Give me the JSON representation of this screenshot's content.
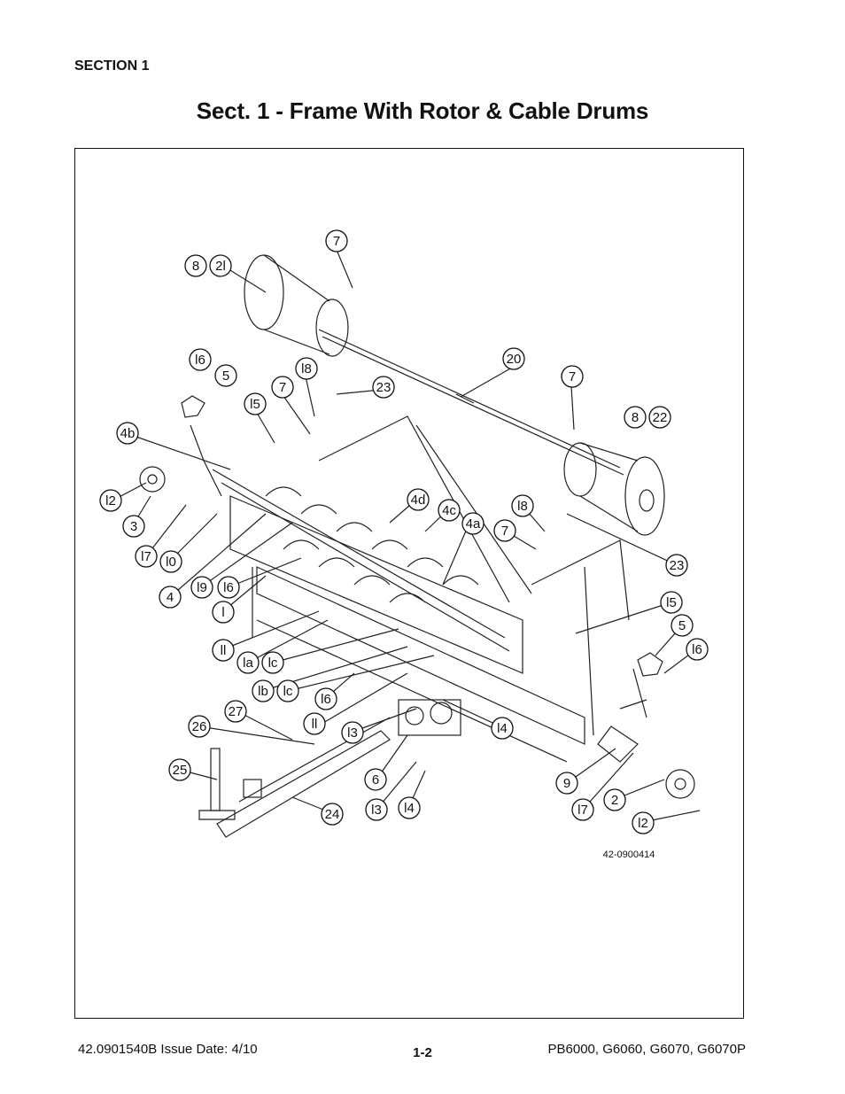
{
  "header": {
    "section_label": "SECTION 1",
    "title": "Sect. 1 - Frame With Rotor & Cable Drums"
  },
  "diagram": {
    "drawing_number": "42-0900414",
    "callouts": [
      "7",
      "8",
      "2l",
      "l6",
      "5",
      "l8",
      "7",
      "23",
      "20",
      "7",
      "l5",
      "4b",
      "8",
      "22",
      "l2",
      "4d",
      "4c",
      "4a",
      "l8",
      "7",
      "3",
      "l7",
      "l0",
      "4",
      "l9",
      "l6",
      "23",
      "l",
      "l5",
      "5",
      "l6",
      "ll",
      "la",
      "lc",
      "lb",
      "lc",
      "l6",
      "27",
      "ll",
      "26",
      "l3",
      "l4",
      "6",
      "25",
      "9",
      "24",
      "l3",
      "l4",
      "l7",
      "2",
      "l2"
    ]
  },
  "footer": {
    "doc_info": "42.0901540B  Issue Date: 4/10",
    "page_number": "1-2",
    "models": "PB6000, G6060, G6070, G6070P"
  }
}
